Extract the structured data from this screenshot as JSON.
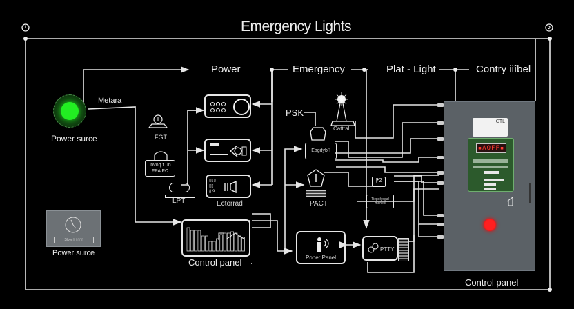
{
  "title": "Emergency Lights",
  "corner_icons": {
    "left": "clock-icon",
    "right": "clock-icon"
  },
  "header_labels": [
    "Power",
    "Emergency",
    "Plat - Light",
    "Contry iiîbel"
  ],
  "left": {
    "power_source_led_label": "Power surce",
    "power_source_led_color": "#22ee22",
    "wire_label": "Metara",
    "card_label": "Power surce",
    "card_button_text": "Slow ▯ ▯▯▯▯"
  },
  "column2": {
    "items": [
      {
        "label": "FGT",
        "icon": "bell-icon"
      },
      {
        "label": "Invoq ɪ un\nFPA FΩ",
        "icon": "lock-icon"
      },
      {
        "label": "LPT",
        "icon": "toggle-switch-icon"
      }
    ]
  },
  "column3": {
    "devices": [
      {
        "name": "keypad-device",
        "label": ""
      },
      {
        "name": "card-reader-device",
        "label": ""
      },
      {
        "name": "speaker-device",
        "label": "Ectorrad"
      }
    ]
  },
  "middle": {
    "psk_label": "PSK",
    "beacon_label": "Cattral",
    "pact_label": "PACT",
    "module_text": "Eagdyb▯",
    "right_small_box": "⁋2",
    "fire_panel_text": "Tiepolyogal\nmoned"
  },
  "bottom": {
    "control_panel_label": "Control panel",
    "power_panel_label": "Poner Panel",
    "ptty_label": "PTTY"
  },
  "cabinet": {
    "label": "Control panel",
    "display_text": "▪AOFF▪",
    "card_text": "CTL",
    "status_led_color": "#ff2020",
    "panel_color": "#2c5a2c"
  }
}
